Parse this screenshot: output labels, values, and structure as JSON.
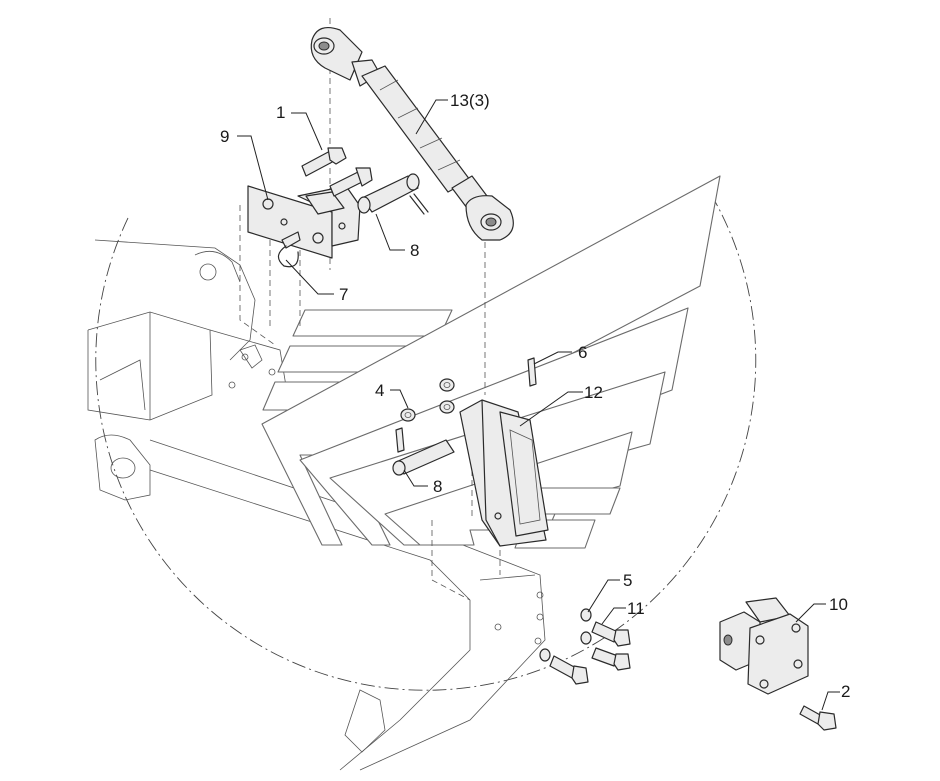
{
  "diagram": {
    "callouts": [
      {
        "id": "c1",
        "label": "1"
      },
      {
        "id": "c2",
        "label": "2"
      },
      {
        "id": "c4",
        "label": "4"
      },
      {
        "id": "c5",
        "label": "5"
      },
      {
        "id": "c6",
        "label": "6"
      },
      {
        "id": "c7",
        "label": "7"
      },
      {
        "id": "c8a",
        "label": "8"
      },
      {
        "id": "c8b",
        "label": "8"
      },
      {
        "id": "c9",
        "label": "9"
      },
      {
        "id": "c10",
        "label": "10"
      },
      {
        "id": "c11",
        "label": "11"
      },
      {
        "id": "c12",
        "label": "12"
      },
      {
        "id": "c13",
        "label": "13(3)"
      }
    ],
    "colors": {
      "line": "#2b2b2b",
      "watermark": "#6b6b6b",
      "background": "#ffffff"
    }
  }
}
